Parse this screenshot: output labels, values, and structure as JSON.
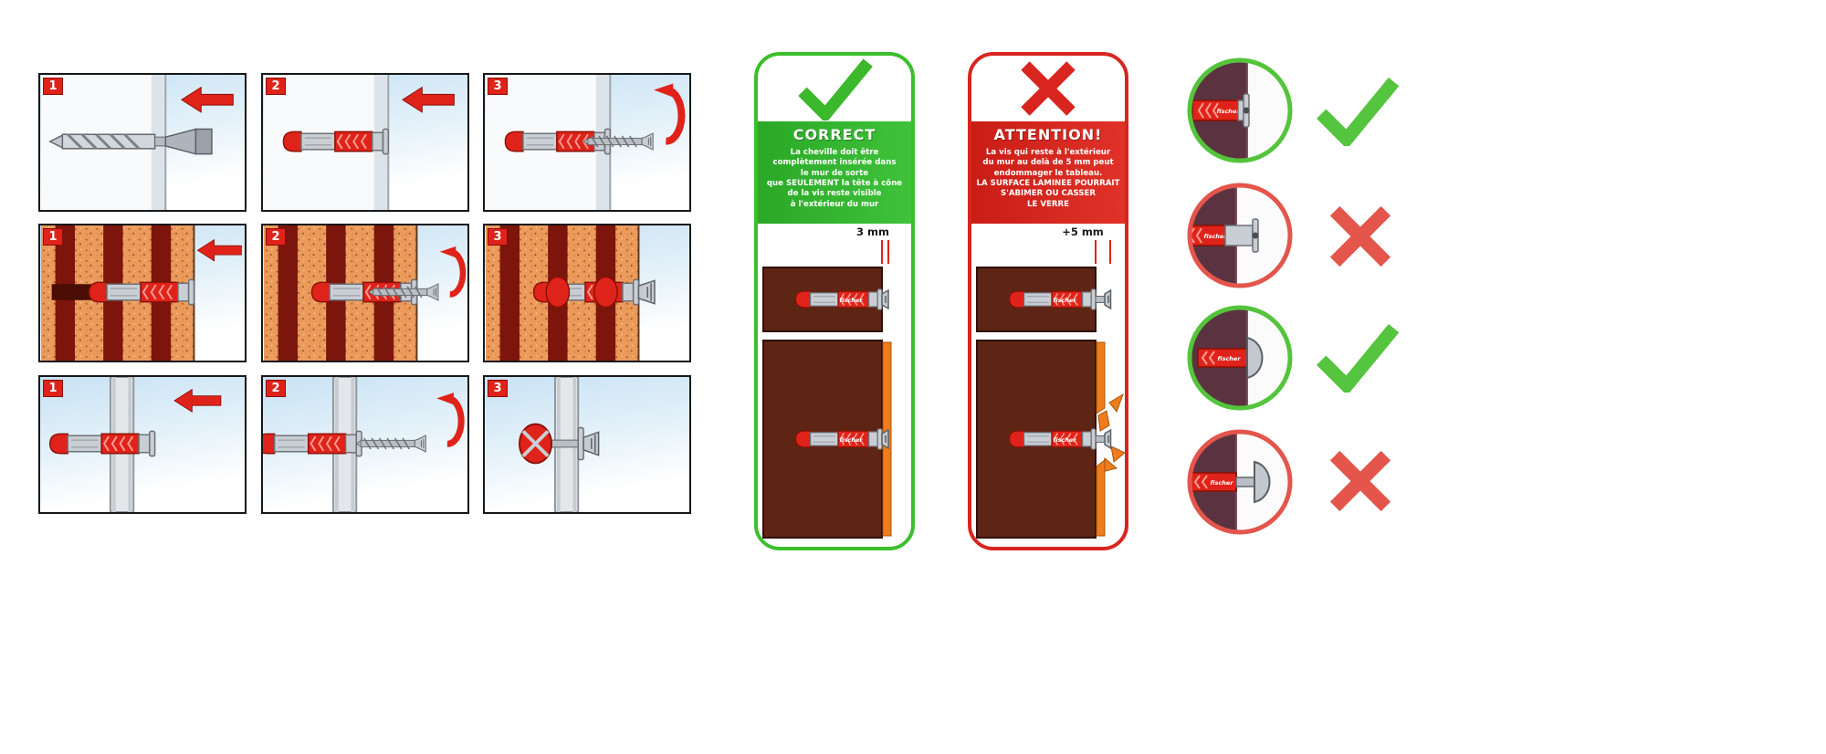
{
  "steps": {
    "one": "1",
    "two": "2",
    "three": "3"
  },
  "brand": "fischer",
  "correct_card": {
    "title": "CORRECT",
    "lines": [
      "La cheville doit être",
      "complètement insérée dans",
      "le mur de sorte",
      "que SEULEMENT la tête à cône",
      "de la vis reste visible",
      "à l'extérieur du mur"
    ],
    "measurement": "3 mm"
  },
  "attention_card": {
    "title": "ATTENTION!",
    "lines": [
      "La vis qui reste à l'extérieur",
      "du mur au delà de 5 mm peut",
      "endommager le tableau.",
      "LA SURFACE LAMINEE POURRAIT",
      "S'ABIMER OU CASSER",
      "LE VERRE"
    ],
    "measurement": "+5 mm"
  },
  "colors": {
    "green": "#3cb82c",
    "red": "#d8251f",
    "plug_red": "#e0231a",
    "wall_brown": "#5e2414",
    "frame_orange": "#ef7d1d",
    "brick_orange": "#eb9a5c",
    "sky_blue": "#c8e2f4"
  }
}
